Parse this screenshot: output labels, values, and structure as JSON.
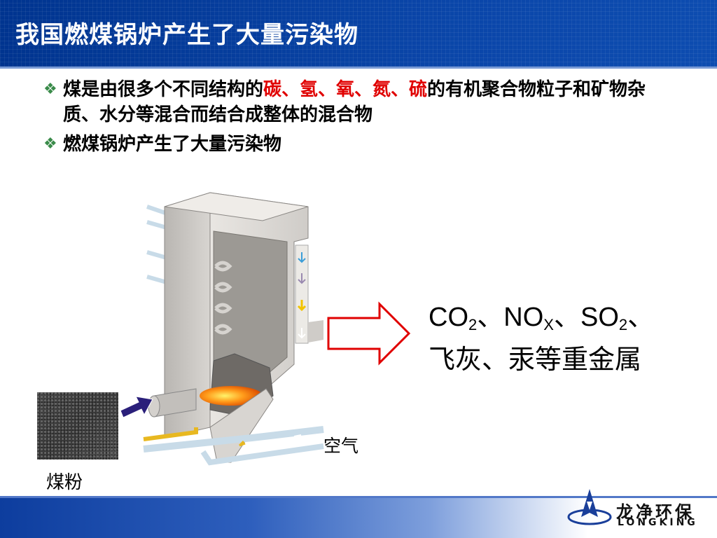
{
  "slide": {
    "title": "我国燃煤锅炉产生了大量污染物",
    "bullets": [
      {
        "marker": "❖",
        "prefix": "煤是由很多个不同结构的",
        "highlight": "碳、氢、氧、氮、硫",
        "suffix": "的有机聚合物粒子和矿物杂质、水分等混合而结合成整体的混合物"
      },
      {
        "marker": "❖",
        "text": "燃煤锅炉产生了大量污染物"
      }
    ],
    "pollutants": {
      "line1": [
        {
          "base": "CO",
          "sub": "2",
          "sep": "、"
        },
        {
          "base": "NO",
          "sub": "X",
          "sep": "、"
        },
        {
          "base": "SO",
          "sub": "2",
          "sep": "、"
        }
      ],
      "line2": "飞灰、汞等重金属"
    },
    "labels": {
      "air": "空气",
      "coal_powder": "煤粉"
    },
    "logo": {
      "cn": "龙净环保",
      "en": "LONGKING"
    }
  },
  "colors": {
    "title_bar": "#003a9b",
    "highlight": "#e00000",
    "bullet_marker": "#3a8b4a",
    "arrow_outline": "#e00000",
    "coal_arrow": "#2a1f7a"
  },
  "icons": {
    "bullet_marker": "diamond-bullet-icon",
    "big_arrow": "right-arrow-outline-icon",
    "coal_arrow": "right-arrow-icon",
    "boiler": "boiler-illustration",
    "logo_mark": "longking-logo-icon"
  }
}
